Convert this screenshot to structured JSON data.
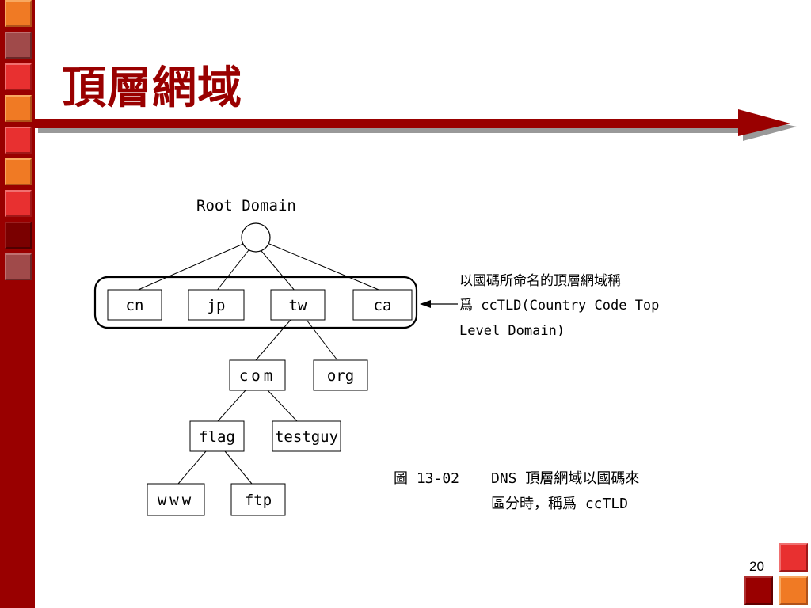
{
  "slide": {
    "title": "頂層網域",
    "page_number": "20",
    "colors": {
      "accent": "#990000",
      "orange": "#f07a24",
      "red": "#e83030"
    }
  },
  "diagram": {
    "root_label": "Root Domain",
    "tld_nodes": [
      "cn",
      "jp",
      "tw",
      "ca"
    ],
    "second_level_nodes": [
      "com",
      "org"
    ],
    "third_level_nodes": [
      "flag",
      "testguy"
    ],
    "fourth_level_nodes": [
      "www",
      "ftp"
    ],
    "annotation_lines": [
      "以國碼所命名的頂層網域稱",
      "爲 ccTLD(Country Code Top",
      "Level Domain)"
    ],
    "caption": {
      "figure_no": "圖 13-02",
      "line1": "DNS 頂層網域以國碼來",
      "line2": "區分時，稱爲 ccTLD"
    }
  }
}
